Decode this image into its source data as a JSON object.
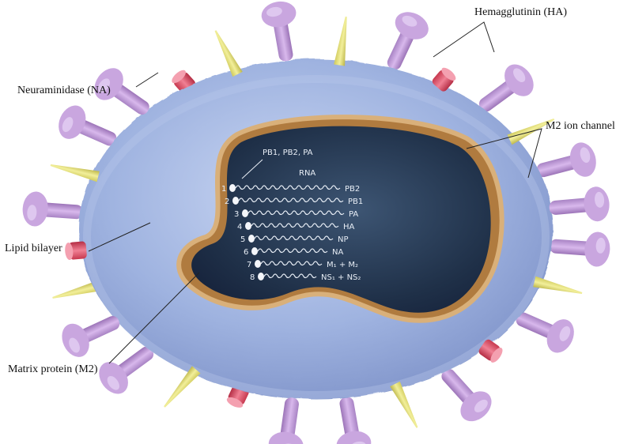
{
  "labels": {
    "hemagglutinin": "Hemagglutinin (HA)",
    "neuraminidase": "Neuraminidase (NA)",
    "m2_channel": "M2 ion channel",
    "lipid_bilayer": "Lipid bilayer",
    "matrix_protein": "Matrix protein (M2)"
  },
  "core": {
    "polymerase": "PB1, PB2, PA",
    "rna": "RNA"
  },
  "segments": [
    {
      "num": "1",
      "name": "PB2"
    },
    {
      "num": "2",
      "name": "PB1"
    },
    {
      "num": "3",
      "name": "PA"
    },
    {
      "num": "4",
      "name": "HA"
    },
    {
      "num": "5",
      "name": "NP"
    },
    {
      "num": "6",
      "name": "NA"
    },
    {
      "num": "7",
      "name": "M₁ + M₂"
    },
    {
      "num": "8",
      "name": "NS₁ + NS₂"
    }
  ],
  "colors": {
    "envelope": "#9fb3e0",
    "hemagglutinin": "#c7a2dc",
    "neuraminidase": "#e6e27a",
    "m2_channel": "#e0566e",
    "matrix": "#c9975a",
    "core": "#2a3d57"
  }
}
